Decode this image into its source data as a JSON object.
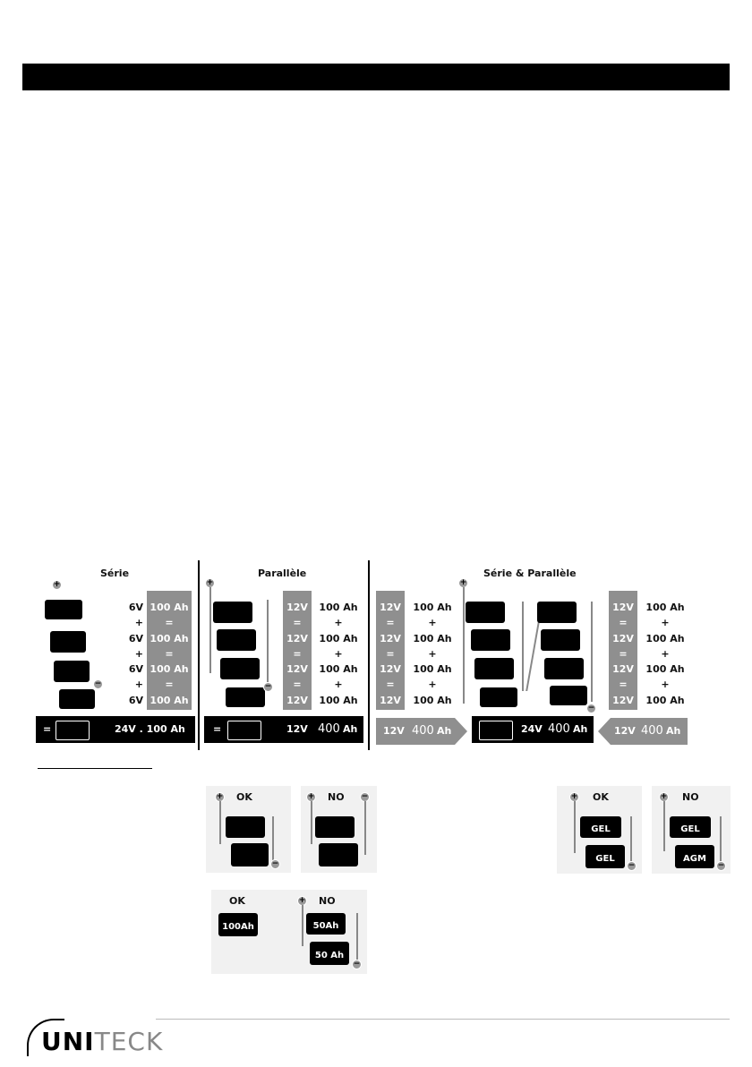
{
  "sections": {
    "serie": "Série",
    "parallele": "Parallèle",
    "serie_parallele": "Série & Parallèle"
  },
  "serie": {
    "voltages": [
      "6V",
      "+",
      "6V",
      "+",
      "6V",
      "+",
      "6V"
    ],
    "box": [
      "100 Ah",
      "=",
      "100 Ah",
      "=",
      "100 Ah",
      "=",
      "100 Ah"
    ],
    "result_eq": "=",
    "result": "24V . 100 Ah"
  },
  "parallele": {
    "box": [
      "12V",
      "=",
      "12V",
      "=",
      "12V",
      "=",
      "12V"
    ],
    "caps": [
      "100 Ah",
      "+",
      "100 Ah",
      "+",
      "100 Ah",
      "+",
      "100 Ah"
    ],
    "result_eq": "=",
    "result_v": "12V",
    "result_ah": "400",
    "result_unit": "Ah"
  },
  "serie_parallele": {
    "left_box": [
      "12V",
      "=",
      "12V",
      "=",
      "12V",
      "=",
      "12V"
    ],
    "left_caps": [
      "100 Ah",
      "+",
      "100 Ah",
      "+",
      "100 Ah",
      "+",
      "100 Ah"
    ],
    "right_box": [
      "12V",
      "=",
      "12V",
      "=",
      "12V",
      "=",
      "12V"
    ],
    "right_caps": [
      "100 Ah",
      "+",
      "100 Ah",
      "+",
      "100 Ah",
      "+",
      "100 Ah"
    ],
    "left_result_v": "12V",
    "left_result_ah": "400",
    "left_result_unit": "Ah",
    "mid_result_v": "24V",
    "mid_result_ah": "400",
    "mid_result_unit": "Ah",
    "right_result_v": "12V",
    "right_result_ah": "400",
    "right_result_unit": "Ah"
  },
  "examples": {
    "ok1": "OK",
    "no1": "NO",
    "ok2": "OK",
    "no2": "NO",
    "ok3": "OK",
    "no3": "NO",
    "gel": "GEL",
    "agm": "AGM",
    "cap100": "100Ah",
    "cap50a": "50Ah",
    "cap50b": "50 Ah"
  },
  "logo": {
    "main": "UNI",
    "rest": "TECK"
  }
}
